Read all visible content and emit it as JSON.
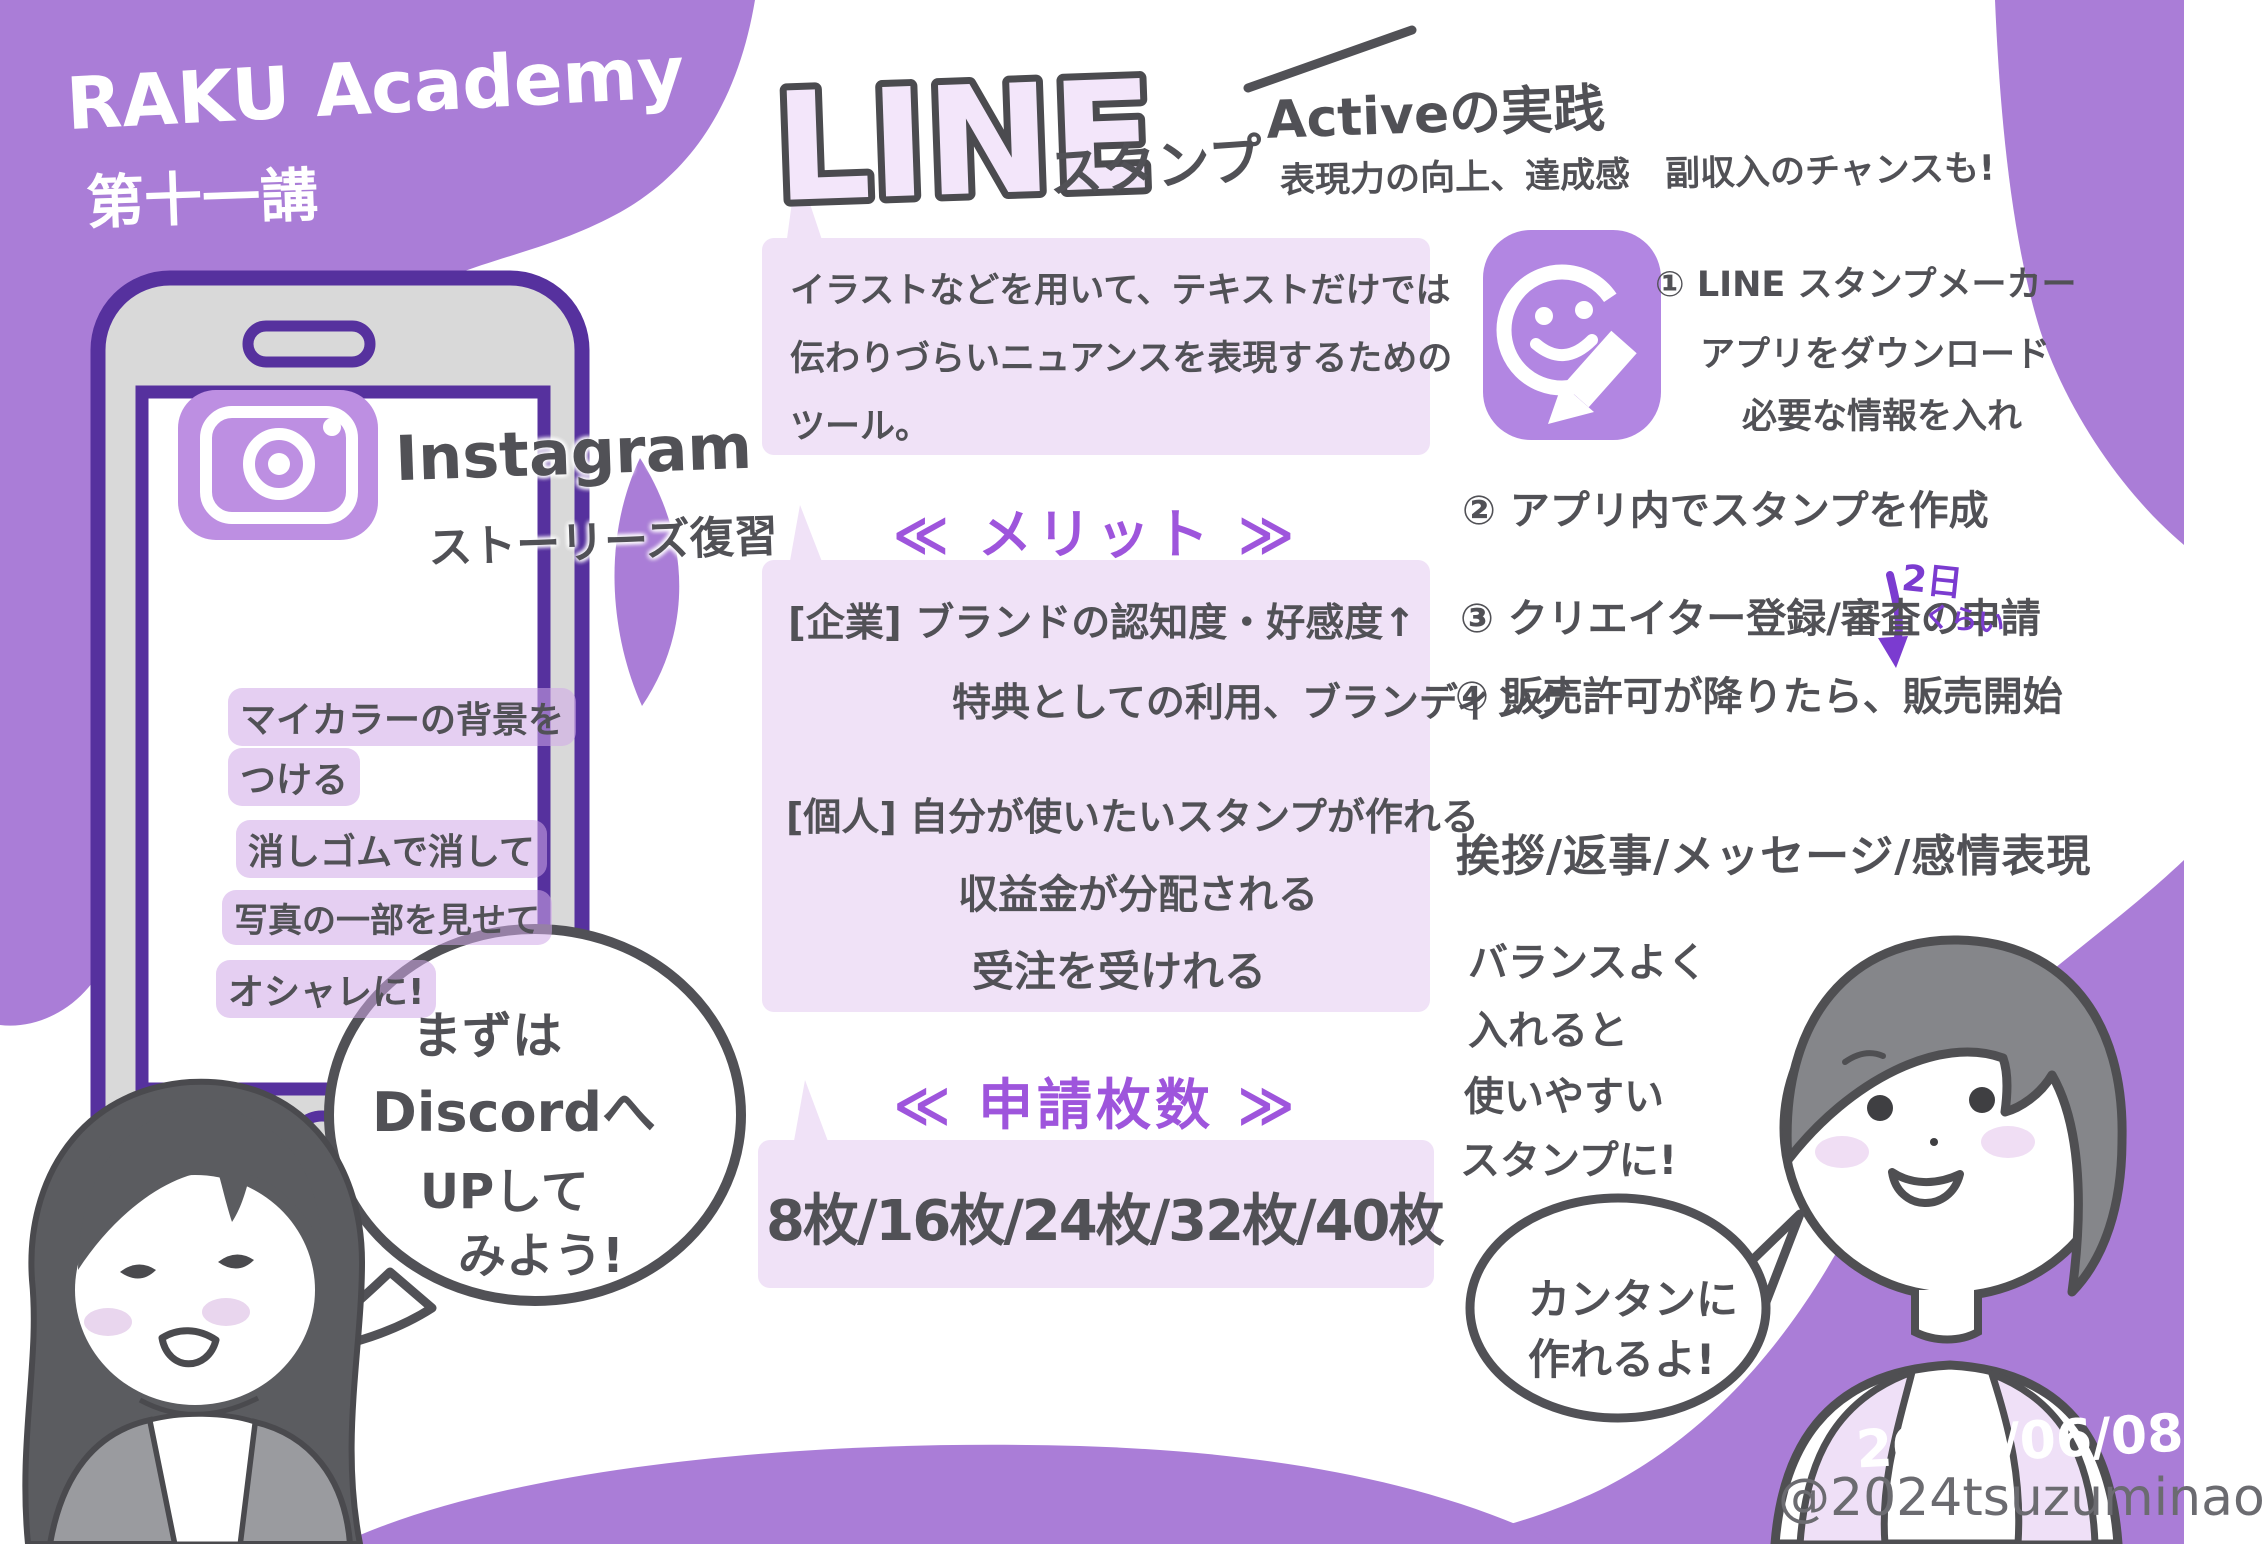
{
  "colors": {
    "background_purple": "#aa7dd7",
    "panel_lavender": "#f0e2f7",
    "heading_purple": "#9e55dc",
    "ink_gray": "#515156",
    "phone_outline_purple": "#56319e",
    "instagram_icon_purple": "#bd8fe2",
    "app_icon_purple": "#b286e2",
    "annotation_purple": "#7b3bd0",
    "text_highlight": "#cfa8e8"
  },
  "header": {
    "title": "RAKU Academy",
    "lecture": "第十一講"
  },
  "footer": {
    "date": "2024/06/08",
    "handle": "@2024tsuzuminao"
  },
  "instagram": {
    "title": "Instagram",
    "subtitle": "ストーリーズ復習",
    "notes": [
      "マイカラーの背景を",
      "つける",
      "消しゴムで消して",
      "写真の一部を見せて",
      "オシャレに!"
    ]
  },
  "discord_bubble": {
    "lines": [
      "まずは",
      "Discordへ",
      "UPして",
      "みよう!"
    ]
  },
  "line_stamp": {
    "title": "LINE",
    "title_suffix": "スタンプ",
    "description": [
      "イラストなどを用いて、テキストだけでは",
      "伝わりづらいニュアンスを表現するための",
      "ツール。"
    ],
    "merit": {
      "heading": "≪ メリット ≫",
      "lines": [
        "[企業] ブランドの認知度・好感度↑",
        "特典としての利用、ブランディング",
        "[個人] 自分が使いたいスタンプが作れる",
        "収益金が分配される",
        "受注を受けれる"
      ]
    },
    "sheets": {
      "heading": "≪ 申請枚数 ≫",
      "value": "8枚/16枚/24枚/32枚/40枚"
    }
  },
  "active": {
    "title": "Activeの実践",
    "subtitle": "表現力の向上、達成感　副収入のチャンスも!"
  },
  "steps": {
    "step1": [
      "① LINE スタンプメーカー",
      "アプリをダウンロード",
      "必要な情報を入れ"
    ],
    "step2": "② アプリ内でスタンプを作成",
    "step3": "③ クリエイター登録/審査の申請",
    "step3_note": [
      "2日",
      "くらい"
    ],
    "step4": "④ 販売許可が降りたら、販売開始"
  },
  "usage": {
    "title": "挨拶/返事/メッセージ/感情表現",
    "lines": [
      "バランスよく",
      "入れると",
      "使いやすい",
      "スタンプに!"
    ]
  },
  "kantan_bubble": {
    "lines": [
      "カンタンに",
      "作れるよ!"
    ]
  }
}
